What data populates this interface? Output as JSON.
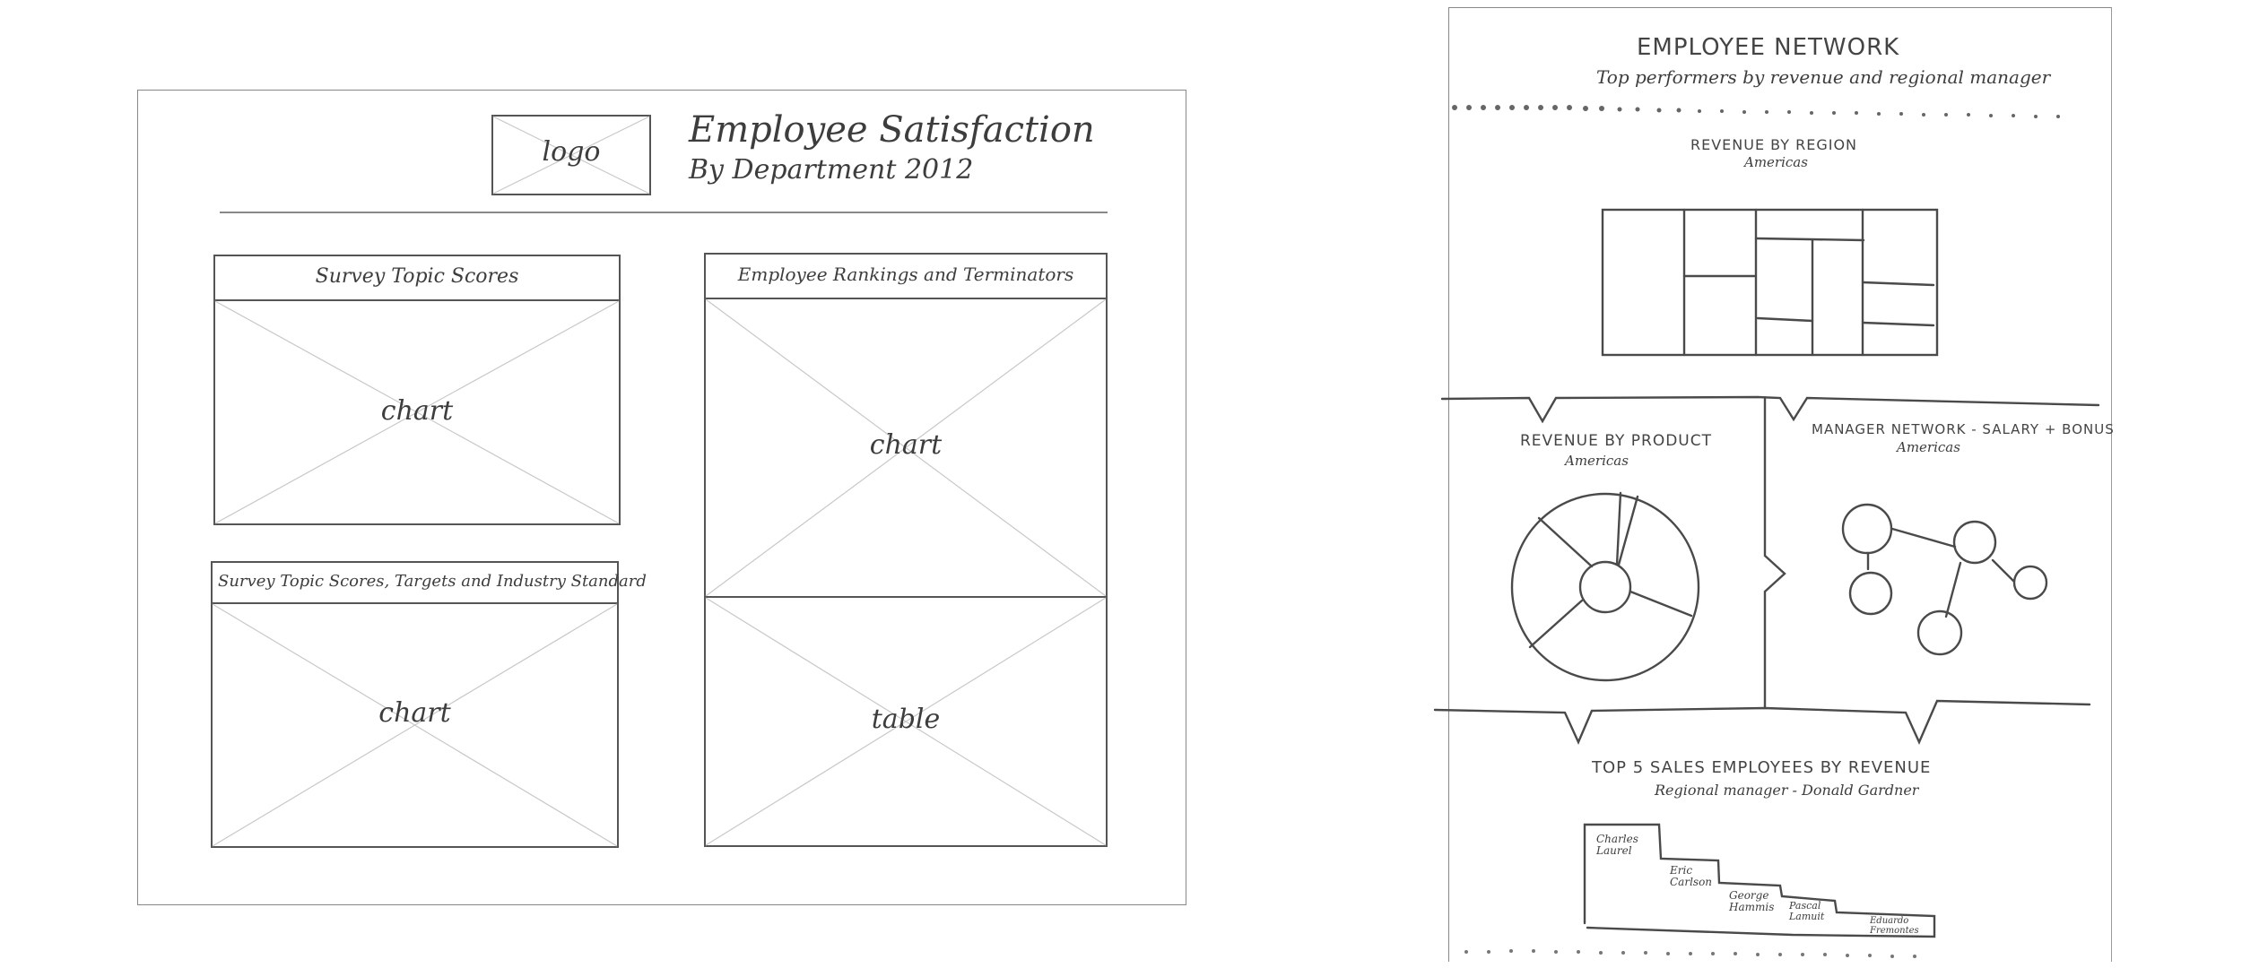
{
  "sketch_left": {
    "logo_label": "logo",
    "title": "Employee Satisfaction",
    "subtitle": "By Department 2012",
    "panels": [
      {
        "header": "Survey Topic Scores",
        "placeholder": "chart"
      },
      {
        "header": "Employee Rankings and Terminators",
        "placeholder": "chart"
      },
      {
        "header": "Survey Topic Scores, Targets and Industry Standard",
        "placeholder": "chart"
      },
      {
        "header": "",
        "placeholder": "table"
      }
    ]
  },
  "sketch_right": {
    "title": "EMPLOYEE NETWORK",
    "subtitle": "Top performers by revenue and regional manager",
    "sections": {
      "revenue_by_region": {
        "title": "REVENUE BY REGION",
        "filter": "Americas",
        "chart_type": "treemap"
      },
      "revenue_by_product": {
        "title": "REVENUE BY PRODUCT",
        "filter": "Americas",
        "chart_type": "donut"
      },
      "manager_network": {
        "title": "MANAGER NETWORK - SALARY + BONUS",
        "filter": "Americas",
        "chart_type": "network"
      },
      "top5": {
        "title": "TOP 5 SALES EMPLOYEES BY REVENUE",
        "subtitle": "Regional manager - Donald Gardner",
        "employees": [
          {
            "first": "Charles",
            "last": "Laurel"
          },
          {
            "first": "Eric",
            "last": "Carlson"
          },
          {
            "first": "George",
            "last": "Hammis"
          },
          {
            "first": "Pascal",
            "last": "Lamuit"
          },
          {
            "first": "Eduardo",
            "last": "Fremontes"
          }
        ]
      }
    }
  }
}
